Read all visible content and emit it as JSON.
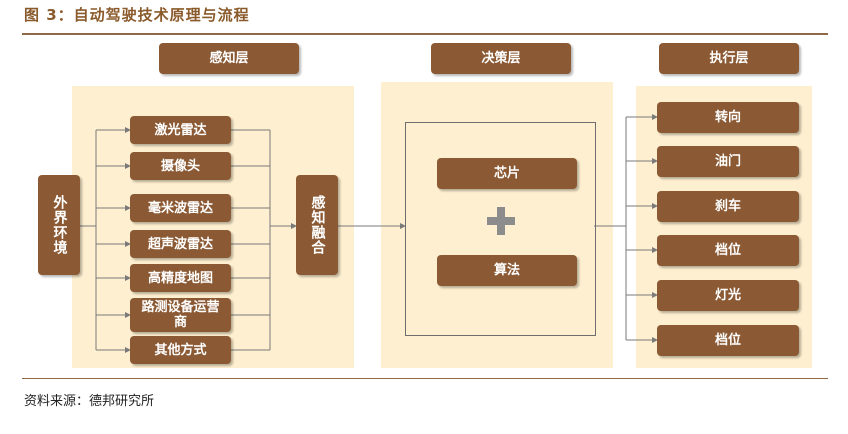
{
  "figure": {
    "title": "图 3：自动驾驶技术原理与流程",
    "source": "资料来源：德邦研究所"
  },
  "headers": {
    "perception": "感知层",
    "decision": "决策层",
    "execution": "执行层"
  },
  "environment": "外界环境",
  "sensors": [
    "激光雷达",
    "摄像头",
    "毫米波雷达",
    "超声波雷达",
    "高精度地图",
    "路测设备运营商",
    "其他方式"
  ],
  "fusion": "感知融合",
  "decision_items": [
    "芯片",
    "算法"
  ],
  "execution_items": [
    "转向",
    "油门",
    "刹车",
    "档位",
    "灯光",
    "档位"
  ],
  "colors": {
    "box": "#8b5a34",
    "panel": "#fdefcf",
    "title": "#8a5a2b",
    "rule": "#8f6a45"
  }
}
